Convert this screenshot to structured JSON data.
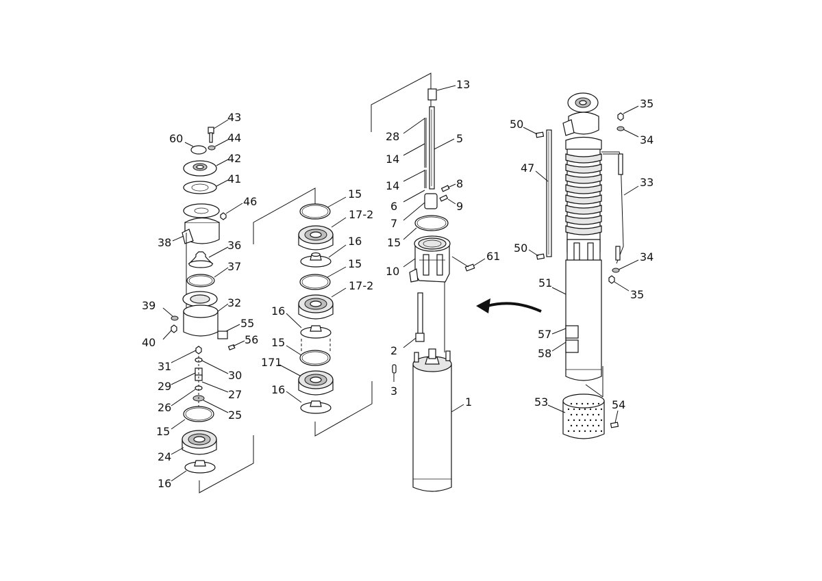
{
  "labels": [
    "13",
    "28",
    "5",
    "14",
    "14",
    "8",
    "6",
    "9",
    "7",
    "15",
    "61",
    "10",
    "2",
    "3",
    "1",
    "43",
    "60",
    "44",
    "42",
    "41",
    "46",
    "38",
    "36",
    "37",
    "39",
    "32",
    "40",
    "55",
    "56",
    "31",
    "30",
    "29",
    "27",
    "26",
    "25",
    "15",
    "24",
    "16",
    "15",
    "17-2",
    "16",
    "15",
    "17-2",
    "16",
    "15",
    "171",
    "16",
    "35",
    "50",
    "34",
    "47",
    "33",
    "50",
    "34",
    "51",
    "35",
    "57",
    "58",
    "53",
    "54"
  ]
}
